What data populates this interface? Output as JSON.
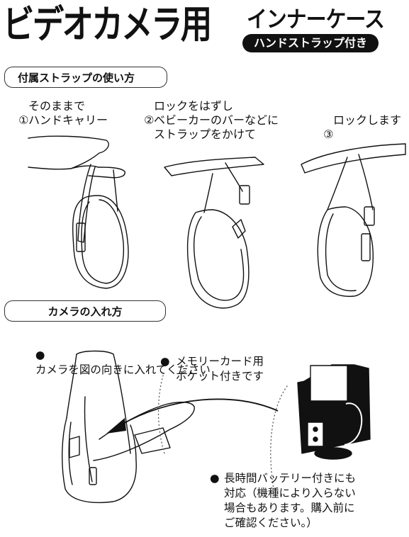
{
  "header": {
    "title_main": "ビデオカメラ用",
    "title_sub": "インナーケース",
    "badge": "ハンドストラップ付き"
  },
  "section_strap": {
    "heading": "付属ストラップの使い方",
    "steps": [
      {
        "num": "①",
        "text": "そのままで\nハンドキャリー"
      },
      {
        "num": "②",
        "text": "ロックをはずし\nベビーカーのバーなどに\nストラップをかけて"
      },
      {
        "num": "③",
        "text": "ロックします"
      }
    ]
  },
  "section_camera": {
    "heading": "カメラの入れ方",
    "notes": [
      {
        "bullet": "●",
        "text": "カメラを図の向きに入れてください"
      },
      {
        "bullet": "●",
        "text": "メモリーカード用\nポケット付きです"
      },
      {
        "bullet": "●",
        "text": "長時間バッテリー付きにも\n対応（機種により入らない\n場合もあります。購入前に\nご確認ください。）"
      }
    ]
  }
}
